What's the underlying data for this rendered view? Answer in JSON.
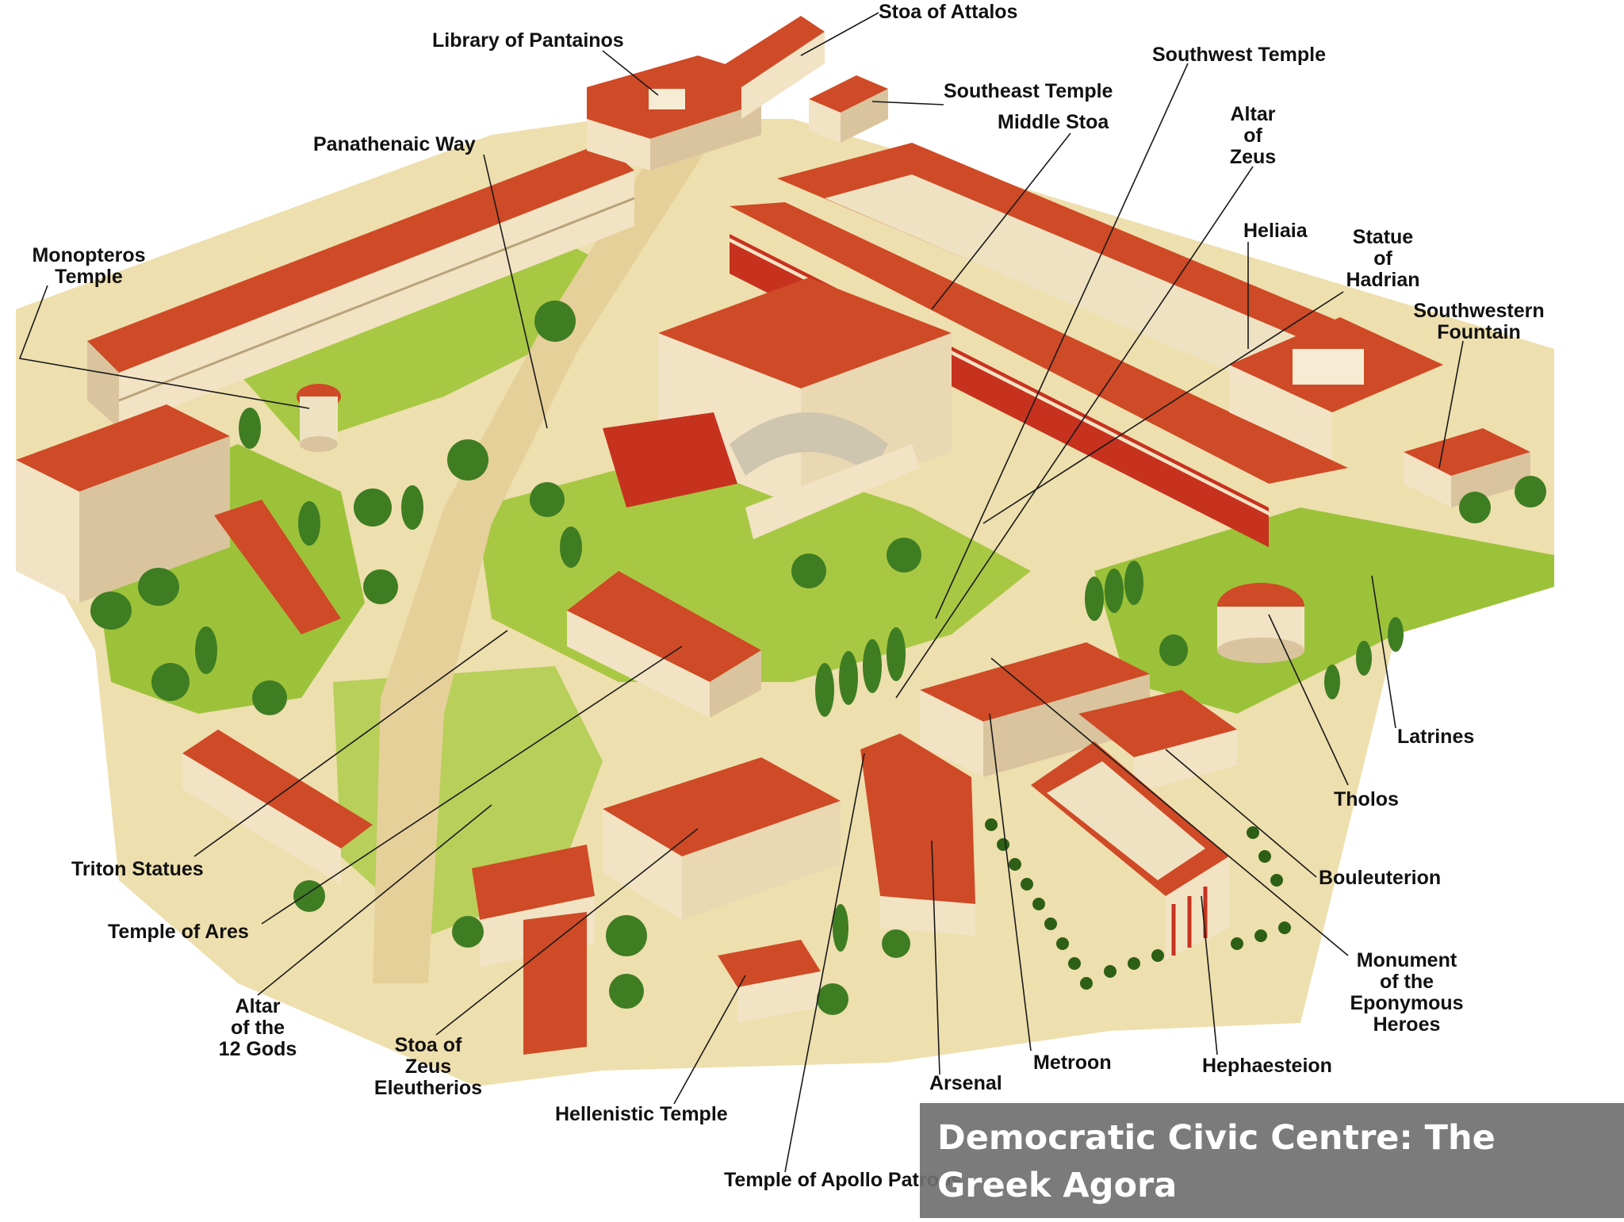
{
  "caption": "Democratic Civic Centre: The Greek Agora",
  "colors": {
    "roof": "#cf4a26",
    "roof_dark": "#a83417",
    "wall": "#f2e3c4",
    "wall_shade": "#d9c49e",
    "column_red": "#c7321f",
    "grass": "#9cc23a",
    "grass_light": "#c8d96a",
    "ground": "#eedfae",
    "road": "#e6d09a",
    "tree": "#3f7d23",
    "tree_dark": "#2e5f17",
    "caption_bg": "#707070"
  },
  "labels": [
    {
      "id": "stoa-of-attalos",
      "text": "Stoa of Attalos"
    },
    {
      "id": "library-of-pantainos",
      "text": "Library of Pantainos"
    },
    {
      "id": "southwest-temple",
      "text": "Southwest Temple"
    },
    {
      "id": "southeast-temple",
      "text": "Southeast Temple"
    },
    {
      "id": "middle-stoa",
      "text": "Middle Stoa"
    },
    {
      "id": "altar-of-zeus",
      "text": "Altar\nof\nZeus"
    },
    {
      "id": "panathenaic-way",
      "text": "Panathenaic Way"
    },
    {
      "id": "heliaia",
      "text": "Heliaia"
    },
    {
      "id": "statue-of-hadrian",
      "text": "Statue\nof\nHadrian"
    },
    {
      "id": "monopteros-temple",
      "text": "Monopteros\nTemple"
    },
    {
      "id": "southwestern-fountain",
      "text": "Southwestern\nFountain"
    },
    {
      "id": "latrines",
      "text": "Latrines"
    },
    {
      "id": "tholos",
      "text": "Tholos"
    },
    {
      "id": "triton-statues",
      "text": "Triton Statues"
    },
    {
      "id": "bouleuterion",
      "text": "Bouleuterion"
    },
    {
      "id": "temple-of-ares",
      "text": "Temple of Ares"
    },
    {
      "id": "monument-of-the-eponymous-heroes",
      "text": "Monument\nof the\nEponymous\nHeroes"
    },
    {
      "id": "altar-of-the-12-gods",
      "text": "Altar\nof the\n12 Gods"
    },
    {
      "id": "stoa-of-zeus-eleutherios",
      "text": "Stoa of\nZeus\nEleutherios"
    },
    {
      "id": "metroon",
      "text": "Metroon"
    },
    {
      "id": "hephaesteion",
      "text": "Hephaesteion"
    },
    {
      "id": "arsenal",
      "text": "Arsenal"
    },
    {
      "id": "hellenistic-temple",
      "text": "Hellenistic Temple"
    },
    {
      "id": "temple-of-apollo-patroos",
      "text": "Temple of Apollo Patroos"
    }
  ]
}
